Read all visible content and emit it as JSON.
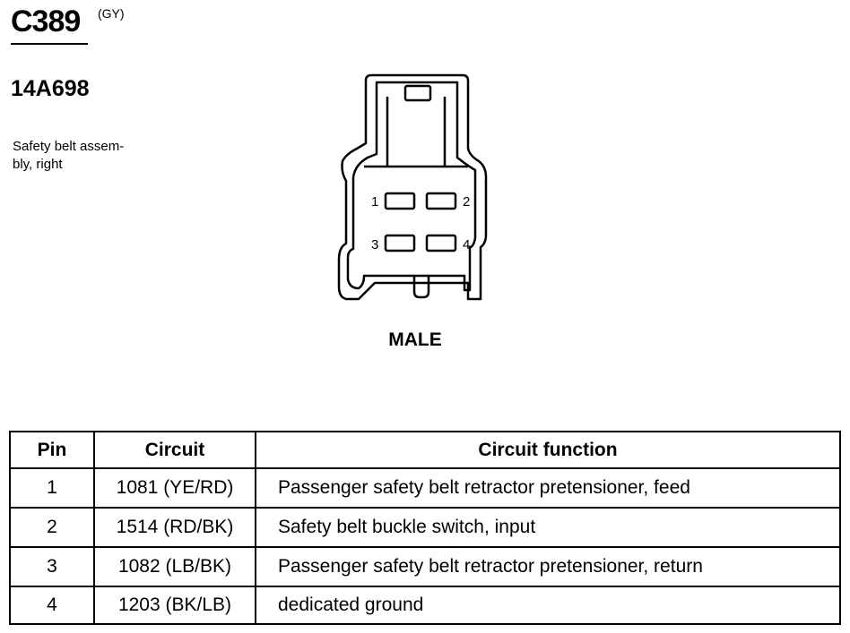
{
  "connector": {
    "id": "C389",
    "color": "(GY)",
    "part_number": "14A698",
    "description_lines": [
      "Safety belt assem-",
      "bly, right"
    ],
    "gender": "MALE"
  },
  "diagram": {
    "pin_labels": [
      "1",
      "2",
      "3",
      "4"
    ]
  },
  "table": {
    "headers": {
      "pin": "Pin",
      "circuit": "Circuit",
      "function": "Circuit function"
    },
    "rows": [
      {
        "pin": "1",
        "circuit": "1081 (YE/RD)",
        "function": "Passenger safety belt retractor pretensioner, feed"
      },
      {
        "pin": "2",
        "circuit": "1514 (RD/BK)",
        "function": "Safety belt buckle switch, input"
      },
      {
        "pin": "3",
        "circuit": "1082 (LB/BK)",
        "function": "Passenger safety belt retractor pretensioner, return"
      },
      {
        "pin": "4",
        "circuit": "1203 (BK/LB)",
        "function": "dedicated ground"
      }
    ]
  }
}
